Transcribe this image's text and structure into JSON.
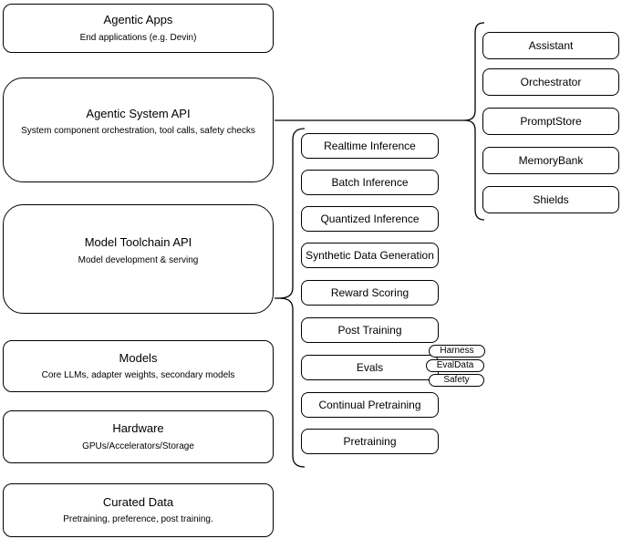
{
  "diagram": {
    "stack": {
      "layers": [
        {
          "title": "Agentic Apps",
          "subtitle": "End applications (e.g. Devin)"
        },
        {
          "title": "Agentic System API",
          "subtitle": "System component orchestration, tool calls, safety checks"
        },
        {
          "title": "Model Toolchain API",
          "subtitle": "Model development & serving"
        },
        {
          "title": "Models",
          "subtitle": "Core LLMs, adapter weights, secondary models"
        },
        {
          "title": "Hardware",
          "subtitle": "GPUs/Accelerators/Storage"
        },
        {
          "title": "Curated Data",
          "subtitle": "Pretraining, preference, post training."
        }
      ]
    },
    "toolchain_group": {
      "items": [
        "Realtime Inference",
        "Batch Inference",
        "Quantized Inference",
        "Synthetic Data Generation",
        "Reward Scoring",
        "Post Training",
        "Evals",
        "Continual Pretraining",
        "Pretraining"
      ],
      "eval_tags": [
        "Harness",
        "EvalData",
        "Safety"
      ]
    },
    "system_group": {
      "items": [
        "Assistant",
        "Orchestrator",
        "PromptStore",
        "MemoryBank",
        "Shields"
      ]
    },
    "colors": {
      "stroke": "#000000",
      "fill": "#ffffff",
      "background": "#ffffff",
      "text": "#000000"
    }
  }
}
